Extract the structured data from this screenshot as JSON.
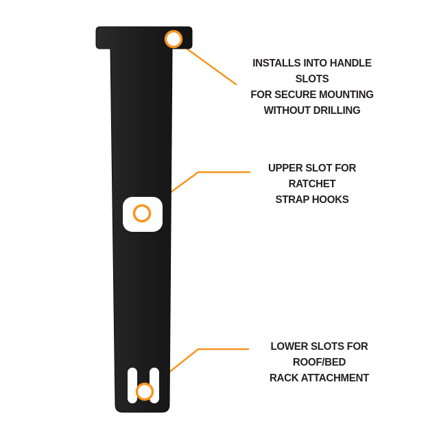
{
  "colors": {
    "accent": "#F7941D",
    "bracket": "#1C1C1C",
    "text": "#231F20",
    "background": "#FFFFFF"
  },
  "annotations": {
    "handle_slots": {
      "lines": [
        "INSTALLS INTO HANDLE SLOTS",
        "FOR SECURE MOUNTING",
        "WITHOUT DRILLING"
      ]
    },
    "upper_slot": {
      "lines": [
        "UPPER SLOT FOR RATCHET",
        "STRAP HOOKS"
      ]
    },
    "lower_slots": {
      "lines": [
        "LOWER SLOTS FOR ROOF/BED",
        "RACK ATTACHMENT"
      ]
    }
  }
}
